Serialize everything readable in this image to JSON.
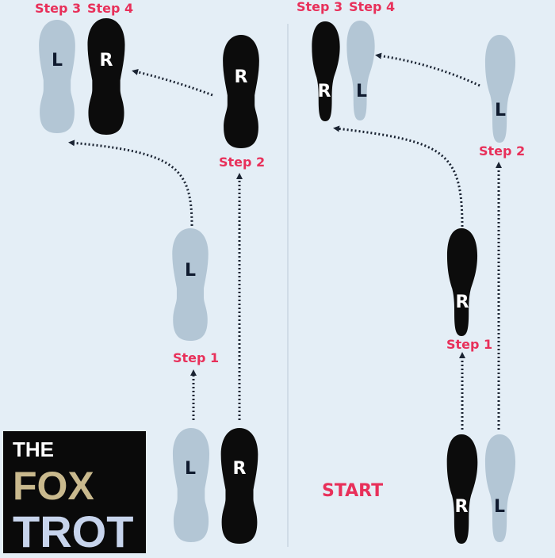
{
  "colors": {
    "background": "#e4eef6",
    "light_shoe": "#b3c6d5",
    "dark_shoe": "#0c0c0c",
    "step_label": "#e8305a",
    "logo_bg": "#0a0a0a",
    "logo_the": "#ffffff",
    "logo_fox": "#c9b98d",
    "logo_trot": "#c7d4ec"
  },
  "left_diagram": {
    "step3_label": "Step 3",
    "step4_label": "Step 4",
    "step2_label": "Step 2",
    "step1_label": "Step 1",
    "letters": {
      "step3_shoe": "L",
      "step4_shoe": "R",
      "step2_shoe": "R",
      "step1_shoe": "L",
      "start_left": "L",
      "start_right": "R"
    }
  },
  "right_diagram": {
    "step3_label": "Step 3",
    "step4_label": "Step 4",
    "step2_label": "Step 2",
    "step1_label": "Step 1",
    "start_label": "START",
    "letters": {
      "step3_shoe": "R",
      "step4_shoe": "L",
      "step2_shoe": "L",
      "step1_shoe": "R",
      "start_right": "R",
      "start_left": "L"
    }
  },
  "logo": {
    "line1": "THE",
    "line2": "FOX",
    "line3": "TROT"
  }
}
